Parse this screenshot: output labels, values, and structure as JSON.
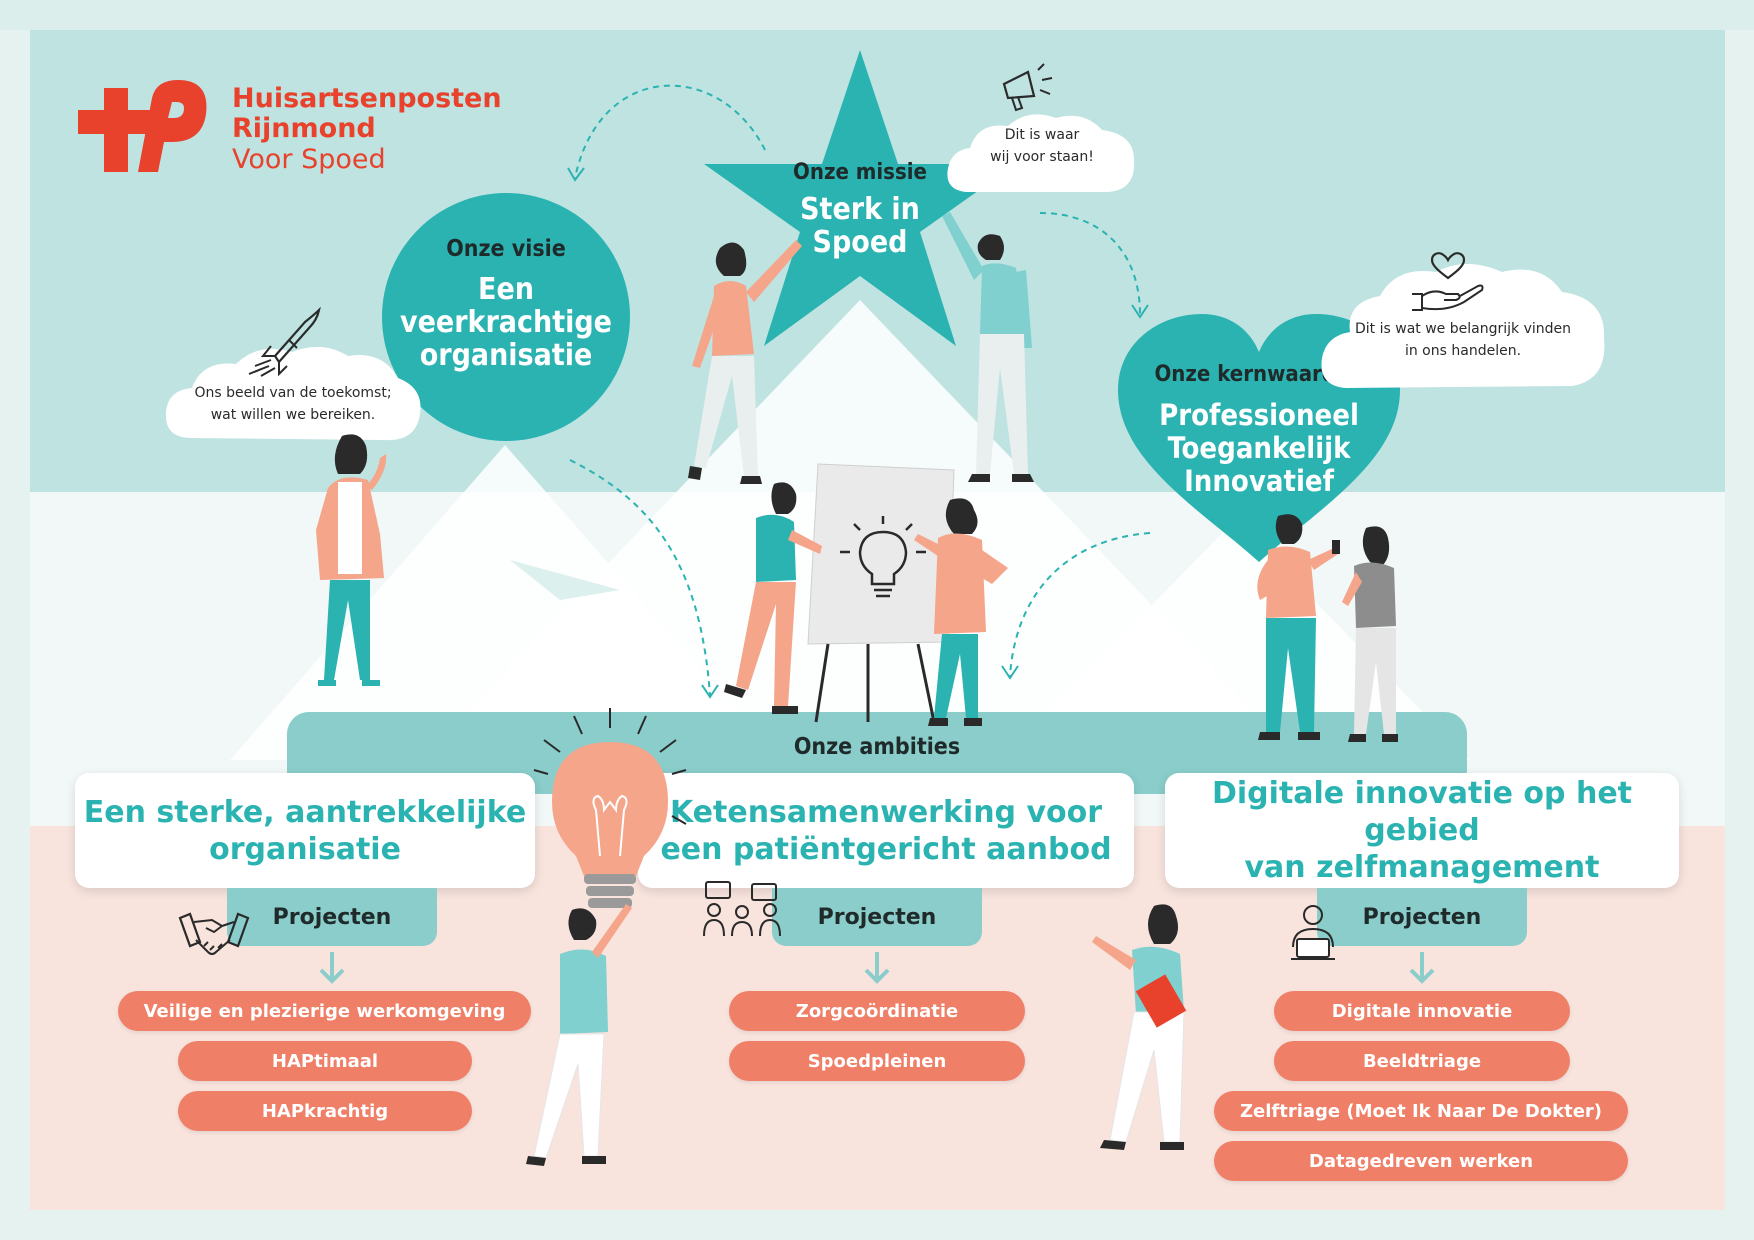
{
  "logo": {
    "line1": "Huisartsenposten",
    "line2": "Rijnmond",
    "line3": "Voor Spoed"
  },
  "mission": {
    "heading": "Onze missie",
    "line1": "Sterk in",
    "line2": "Spoed",
    "cloud_line1": "Dit is waar",
    "cloud_line2": "wij voor staan!"
  },
  "vision": {
    "heading": "Onze visie",
    "line1": "Een",
    "line2": "veerkrachtige",
    "line3": "organisatie",
    "cloud_line1": "Ons beeld van de toekomst;",
    "cloud_line2": "wat willen we bereiken."
  },
  "values": {
    "heading": "Onze kernwaarden",
    "line1": "Professioneel",
    "line2": "Toegankelijk",
    "line3": "Innovatief",
    "cloud_line1": "Dit is wat we belangrijk vinden",
    "cloud_line2": "in ons handelen."
  },
  "ambitions": {
    "heading": "Onze ambities",
    "columns": [
      {
        "title_line1": "Een sterke, aantrekkelijke",
        "title_line2": "organisatie",
        "projects_label": "Projecten",
        "projects": [
          "Veilige en plezierige werkomgeving",
          "HAPtimaal",
          "HAPkrachtig"
        ]
      },
      {
        "title_line1": "Ketensamenwerking voor",
        "title_line2": "een patiëntgericht aanbod",
        "projects_label": "Projecten",
        "projects": [
          "Zorgcoördinatie",
          "Spoedpleinen"
        ]
      },
      {
        "title_line1": "Digitale innovatie op het gebied",
        "title_line2": "van zelfmanagement",
        "projects_label": "Projecten",
        "projects": [
          "Digitale innovatie",
          "Beeldtriage",
          "Zelftriage (Moet Ik Naar De Dokter)",
          "Datagedreven werken"
        ]
      }
    ]
  },
  "colors": {
    "teal": "#2ab3b1",
    "teal_light": "#8acdcb",
    "brand_red": "#e8412c",
    "salmon": "#ef7f67",
    "skin": "#f4a58a"
  }
}
